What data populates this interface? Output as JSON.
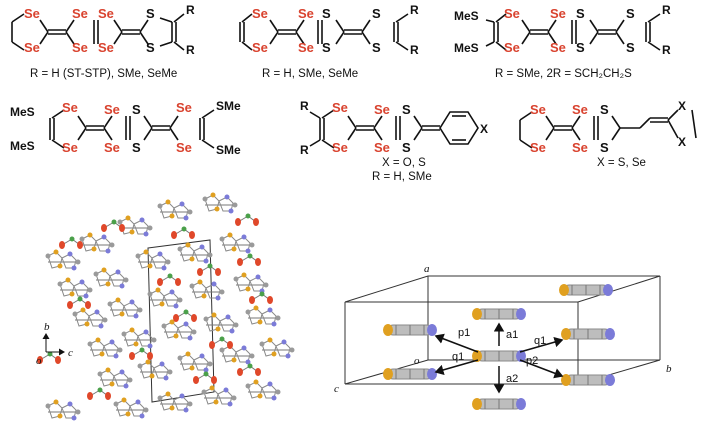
{
  "atoms": {
    "se": "Se",
    "s": "S",
    "x": "X",
    "r": "R",
    "sme": "SMe",
    "mes": "MeS"
  },
  "structures": [
    {
      "caption": "R = H (ST-STP), SMe, SeMe"
    },
    {
      "caption": "R = H, SMe, SeMe"
    },
    {
      "caption": "R = SMe, 2R = SCH₂CH₂S"
    },
    {
      "caption": ""
    },
    {
      "caption_line1": "X = O, S",
      "caption_line2": "R = H, SMe"
    },
    {
      "caption": "X = S, Se"
    }
  ],
  "packing_axes": {
    "b": "b",
    "c": "c",
    "origin": "o"
  },
  "cell_labels": {
    "a": "a",
    "b": "b",
    "c": "c",
    "origin": "o"
  },
  "interactions": {
    "a1": "a1",
    "a2": "a2",
    "p1": "p1",
    "p2": "p2",
    "q1": "q1"
  },
  "colors": {
    "selenium": "#d9432f",
    "sulfur_atoms": "#e0a020",
    "nitrogen": "#7b7bd8",
    "oxygen": "#e0482a",
    "carbon": "#9a9a9a"
  }
}
